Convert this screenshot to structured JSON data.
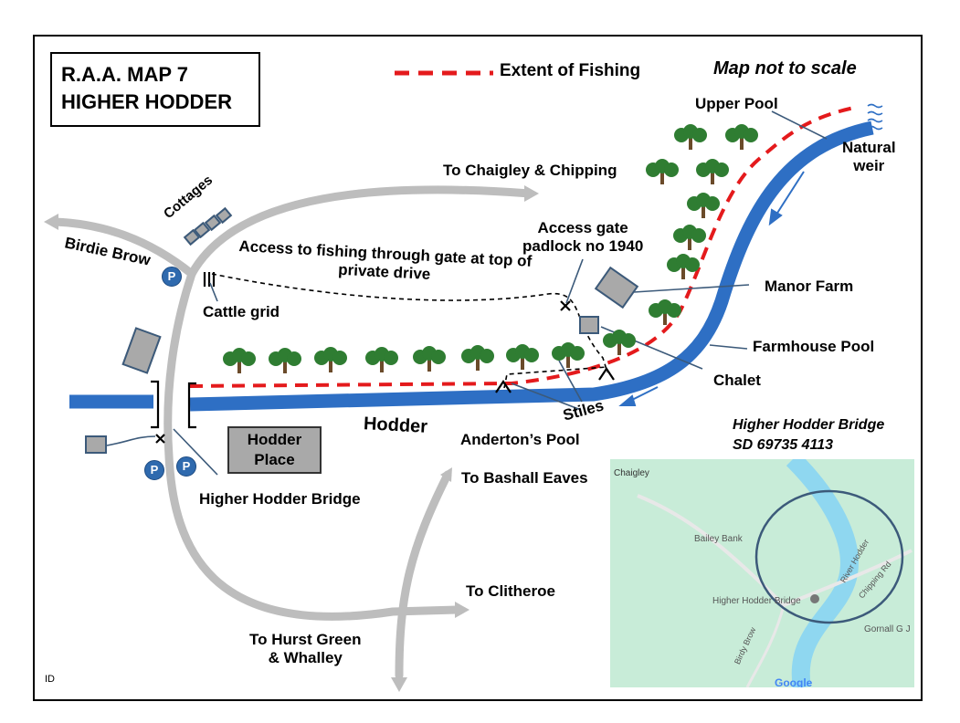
{
  "title": {
    "line1": "R.A.A. MAP 7",
    "line2": "HIGHER HODDER"
  },
  "legend": {
    "label": "Extent of Fishing",
    "color": "#e41a1c"
  },
  "scale_note": "Map not to scale",
  "colors": {
    "river": "#2e6fc4",
    "road": "#bdbdbd",
    "fishing": "#e41a1c",
    "building": "#a9a9a9",
    "map_bg": "#c8ecd8"
  },
  "labels": {
    "upper_pool": "Upper Pool",
    "natural_weir": "Natural\nweir",
    "to_chaigley": "To Chaigley & Chipping",
    "cottages": "Cottages",
    "birdie_brow": "Birdie Brow",
    "access_gate": "Access gate\npadlock no 1940",
    "access_fishing": "Access to fishing through gate at top of\nprivate drive",
    "cattle_grid": "Cattle grid",
    "manor_farm": "Manor Farm",
    "farmhouse_pool": "Farmhouse Pool",
    "chalet": "Chalet",
    "hodder": "Hodder",
    "stiles": "Stiles",
    "andertons_pool": "Anderton’s Pool",
    "hodder_place": "Hodder\nPlace",
    "higher_hodder_bridge": "Higher Hodder Bridge",
    "to_bashall": "To Bashall Eaves",
    "to_clitheroe": "To Clitheroe",
    "to_hurst": "To Hurst Green\n& Whalley",
    "parking": "P",
    "id": "ID"
  },
  "inset": {
    "title_line1": "Higher Hodder Bridge",
    "title_line2": "SD 69735 4113",
    "labels": {
      "chaigley": "Chaigley",
      "bailey_bank": "Bailey Bank",
      "river_hodder": "River Hodder",
      "chipping_rd": "Chipping Rd",
      "bridge": "Higher Hodder Bridge",
      "gornall": "Gornall G J",
      "birdy_brow": "Birdy Brow",
      "google": "Google"
    }
  }
}
